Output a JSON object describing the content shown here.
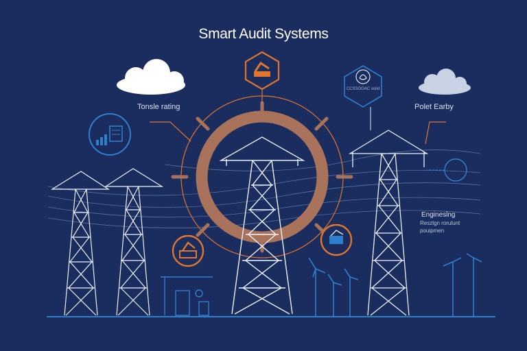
{
  "title": "Smart Audit Systems",
  "labels": {
    "left": "Tonsle rating",
    "right": "Polet Earby",
    "engineering_title": "Engineslng",
    "engineering_line1": "Reszlgn rorulunt",
    "engineering_line2": "pouipmen",
    "badge_text": "CCSSOOAC oslid"
  },
  "colors": {
    "background": "#1b2d5e",
    "line": "#e8eef8",
    "orange": "#e0762e",
    "blue": "#2f7fcf",
    "wheel": "#a8735a",
    "cloud": "#ffffff"
  },
  "icons": [
    "cloud-icon",
    "hexagon-badge-icon",
    "gauge-icon",
    "circle-badge-icon",
    "bar-chart-icon",
    "wind-turbine-icon",
    "transmission-tower-icon"
  ]
}
